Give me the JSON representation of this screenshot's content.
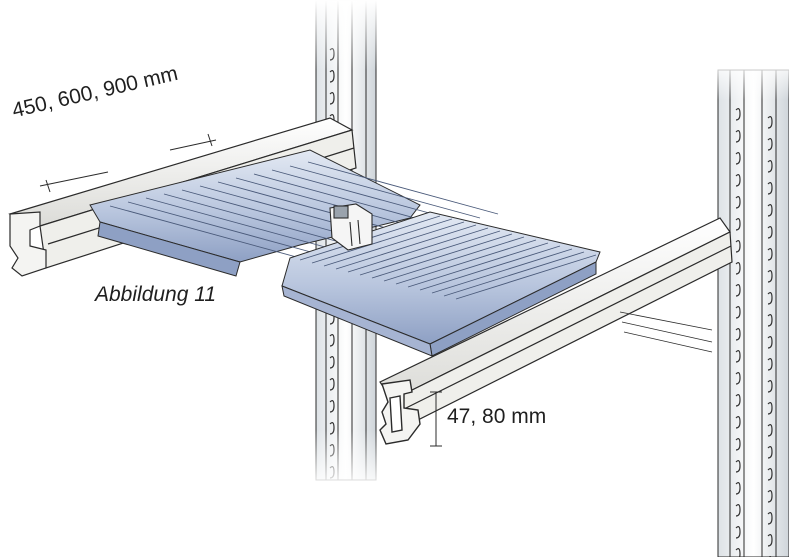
{
  "labels": {
    "width_dimension": "450, 600, 900 mm",
    "figure_caption": "Abbildung 11",
    "height_dimension": "47, 80 mm"
  },
  "colors": {
    "background": "#ffffff",
    "line": "#2b2b2b",
    "upright_fill": "#f2f4f6",
    "shelf_fill": "#c3cee3",
    "shelf_shade": "#8ea0c4",
    "rail_fill": "#f7f7f5"
  }
}
